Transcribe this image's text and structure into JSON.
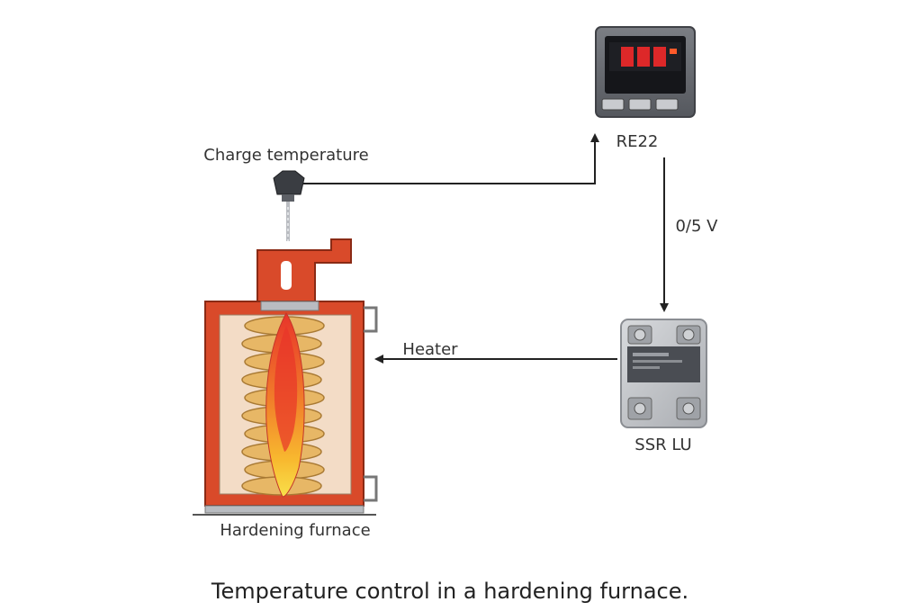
{
  "labels": {
    "sensor": "Charge temperature",
    "controller": "RE22",
    "signal": "0/5 V",
    "heater": "Heater",
    "relay": "SSR LU",
    "furnace": "Hardening furnace"
  },
  "caption": "Temperature control in a hardening furnace.",
  "colors": {
    "furnace_body": "#d94a2a",
    "furnace_interior": "#f3dcc6",
    "coil": "#e7b766",
    "flame_outer": "#f8d13a",
    "flame_inner": "#e8342a",
    "device_gray": "#5a5d63",
    "display_red": "#ff2a2a",
    "arrow": "#222222"
  }
}
